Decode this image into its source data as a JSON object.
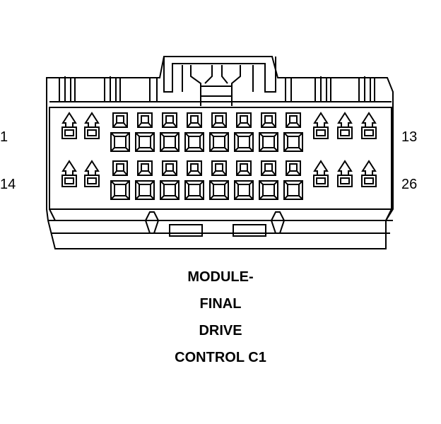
{
  "connector": {
    "pin_labels": {
      "top_left": "1",
      "top_right": "13",
      "bottom_left": "14",
      "bottom_right": "26"
    },
    "caption_lines": [
      "MODULE-",
      "FINAL",
      "DRIVE",
      "CONTROL C1"
    ],
    "colors": {
      "line": "#000000",
      "background": "#ffffff"
    }
  }
}
